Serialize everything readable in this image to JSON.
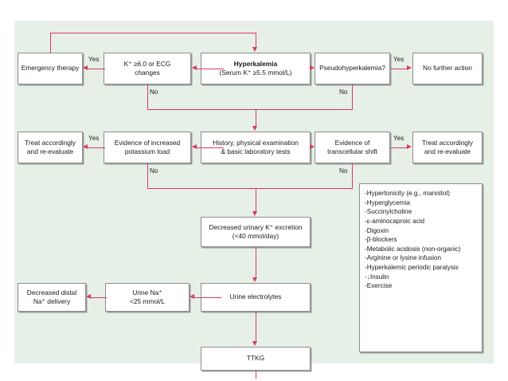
{
  "figure": {
    "title": "Hyperkalemia diagnostic algorithm flowchart",
    "background_color": "#e7f0e7",
    "connector_color": "#d93a63",
    "box_fill": "#ffffff",
    "box_border": "#8d8d8d"
  },
  "nodes": {
    "emergency_therapy": "Emergency therapy",
    "k_threshold_l1": "K⁺ ≥6.0 or ECG",
    "k_threshold_l2": "changes",
    "hyperkalemia_l1": "Hyperkalemia",
    "hyperkalemia_l2": "(Serum K⁺ ≥5.5 mmol/L)",
    "pseudohyperkalemia": "Pseudohyperkalemia?",
    "no_further_action": "No further action",
    "treat_left_l1": "Treat accordingly",
    "treat_left_l2": "and re-evaluate",
    "increased_load_l1": "Evidence of increased",
    "increased_load_l2": "potassium load",
    "history_l1": "History, physical examination",
    "history_l2": "& basic laboratory tests",
    "transcellular_l1": "Evidence of",
    "transcellular_l2": "transcellular shift",
    "treat_right_l1": "Treat accordingly",
    "treat_right_l2": "and re-evaluate",
    "decreased_excretion_l1": "Decreased urinary K⁺ excretion",
    "decreased_excretion_l2": "(<40 mmol/day)",
    "decreased_distal_l1": "Decreased distal",
    "decreased_distal_l2": "Na⁺ delivery",
    "urine_na_l1": "Urine Na⁺",
    "urine_na_l2": "<25 mmol/L",
    "urine_electrolytes": "Urine electrolytes",
    "ttkg": "TTKG"
  },
  "edge_labels": {
    "yes_emergency": "Yes",
    "no_k_threshold": "No",
    "yes_pseudo": "Yes",
    "no_pseudo": "No",
    "yes_increased_load": "Yes",
    "no_increased_load": "No",
    "yes_transcellular": "Yes",
    "no_transcellular": "No"
  },
  "transcellular_causes": [
    "-Hypertonicity (e.g., mannitol)",
    "-Hyperglycemia",
    "-Succinylcholine",
    "-ε-aminocaproic acid",
    "-Digoxin",
    "-β-blockers",
    "-Metabolic acidosis (non-organic)",
    "-Arginine or lysine infusion",
    "-Hyperkalemic periodic paralysis",
    "-↓Insulin",
    "-Exercise"
  ]
}
